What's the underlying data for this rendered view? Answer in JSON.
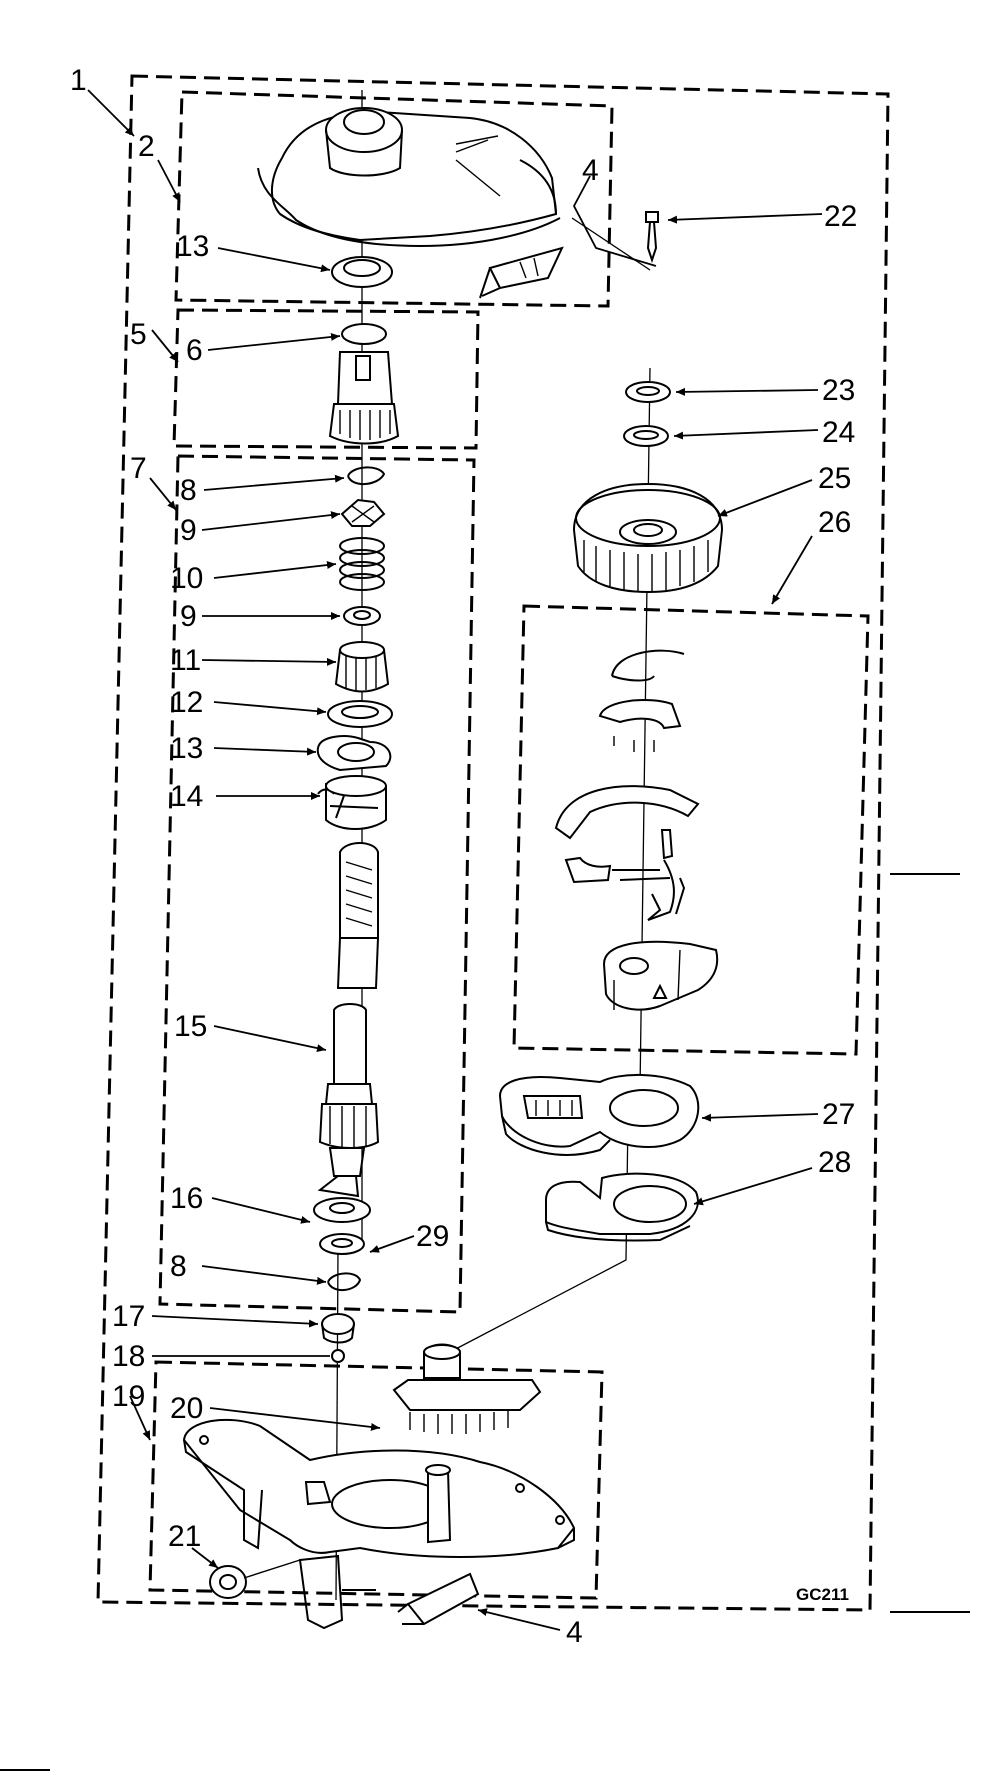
{
  "diagram": {
    "drawing_code": "GC211",
    "callouts": {
      "c1": "1",
      "c2": "2",
      "c4a": "4",
      "c13a": "13",
      "c22": "22",
      "c5": "5",
      "c6": "6",
      "c7": "7",
      "c8a": "8",
      "c9a": "9",
      "c10": "10",
      "c9b": "9",
      "c11": "11",
      "c12": "12",
      "c13b": "13",
      "c14": "14",
      "c15": "15",
      "c16": "16",
      "c29": "29",
      "c8b": "8",
      "c17": "17",
      "c18": "18",
      "c19": "19",
      "c20": "20",
      "c21": "21",
      "c4b": "4",
      "c23": "23",
      "c24": "24",
      "c25": "25",
      "c26": "26",
      "c27": "27",
      "c28": "28"
    }
  }
}
